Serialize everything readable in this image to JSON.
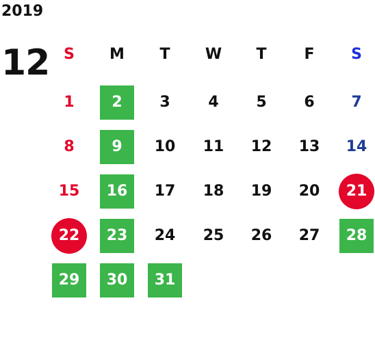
{
  "year": "2019",
  "month": "12",
  "weekdays": [
    "S",
    "M",
    "T",
    "W",
    "T",
    "F",
    "S"
  ],
  "colors": {
    "sunday": "#e3072b",
    "saturday": "#1f3c94",
    "weekday": "#111111",
    "green_bg": "#3cb54a",
    "red_bg": "#e3072b",
    "highlight_text": "#ffffff",
    "saturday_header": "#1f2fd6"
  },
  "weeks": [
    [
      {
        "label": "1",
        "style": "sun"
      },
      {
        "label": "2",
        "style": "green"
      },
      {
        "label": "3",
        "style": "plain"
      },
      {
        "label": "4",
        "style": "plain"
      },
      {
        "label": "5",
        "style": "plain"
      },
      {
        "label": "6",
        "style": "plain"
      },
      {
        "label": "7",
        "style": "sat"
      }
    ],
    [
      {
        "label": "8",
        "style": "sun"
      },
      {
        "label": "9",
        "style": "green"
      },
      {
        "label": "10",
        "style": "plain"
      },
      {
        "label": "11",
        "style": "plain"
      },
      {
        "label": "12",
        "style": "plain"
      },
      {
        "label": "13",
        "style": "plain"
      },
      {
        "label": "14",
        "style": "sat"
      }
    ],
    [
      {
        "label": "15",
        "style": "sun"
      },
      {
        "label": "16",
        "style": "green"
      },
      {
        "label": "17",
        "style": "plain"
      },
      {
        "label": "18",
        "style": "plain"
      },
      {
        "label": "19",
        "style": "plain"
      },
      {
        "label": "20",
        "style": "plain"
      },
      {
        "label": "21",
        "style": "red"
      }
    ],
    [
      {
        "label": "22",
        "style": "red"
      },
      {
        "label": "23",
        "style": "green"
      },
      {
        "label": "24",
        "style": "plain"
      },
      {
        "label": "25",
        "style": "plain"
      },
      {
        "label": "26",
        "style": "plain"
      },
      {
        "label": "27",
        "style": "plain"
      },
      {
        "label": "28",
        "style": "green"
      }
    ],
    [
      {
        "label": "29",
        "style": "green"
      },
      {
        "label": "30",
        "style": "green"
      },
      {
        "label": "31",
        "style": "green"
      }
    ]
  ]
}
